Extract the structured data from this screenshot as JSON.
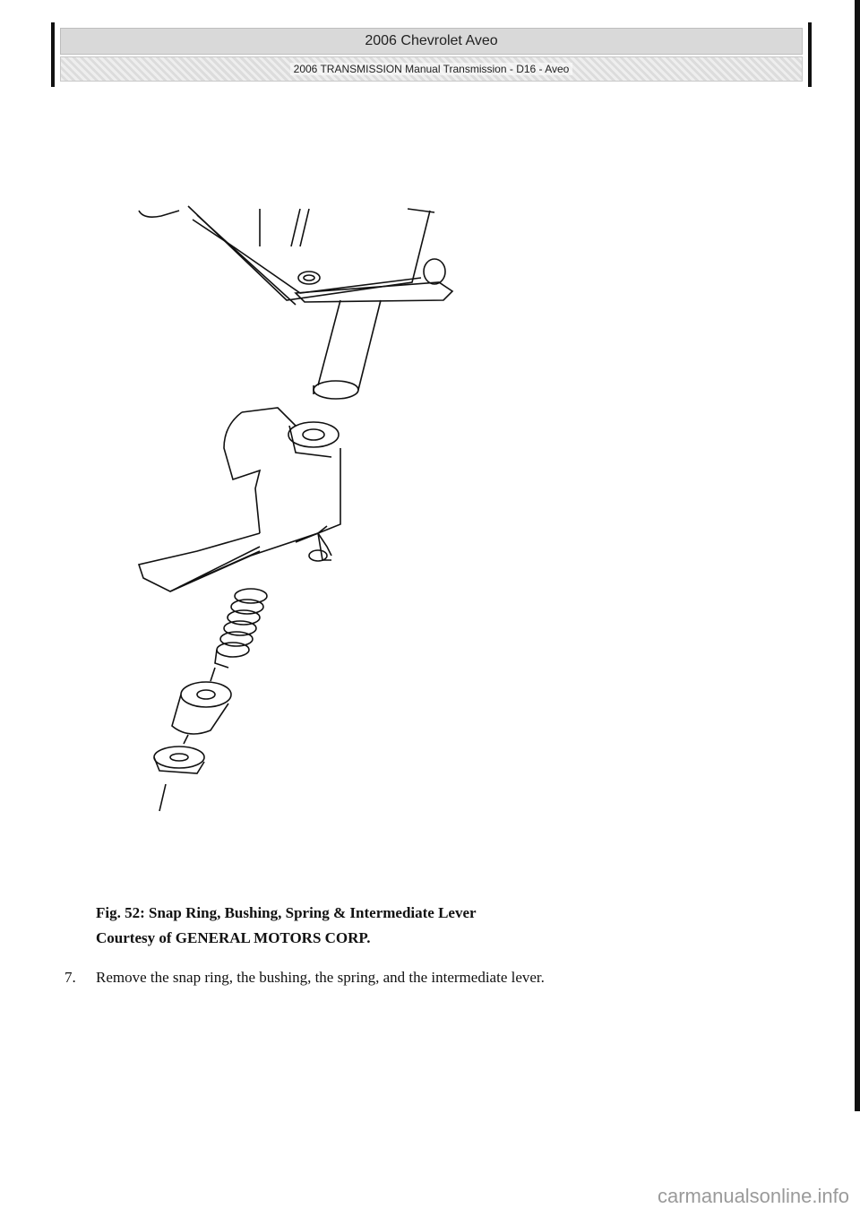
{
  "header": {
    "title": "2006 Chevrolet Aveo",
    "subtitle": "2006 TRANSMISSION Manual Transmission - D16 - Aveo"
  },
  "figure": {
    "caption_line1": "Fig. 52: Snap Ring, Bushing, Spring & Intermediate Lever",
    "caption_line2": "Courtesy of GENERAL MOTORS CORP."
  },
  "step": {
    "number": "7.",
    "text": "Remove the snap ring, the bushing, the spring, and the intermediate lever."
  },
  "watermark": "carmanualsonline.info"
}
